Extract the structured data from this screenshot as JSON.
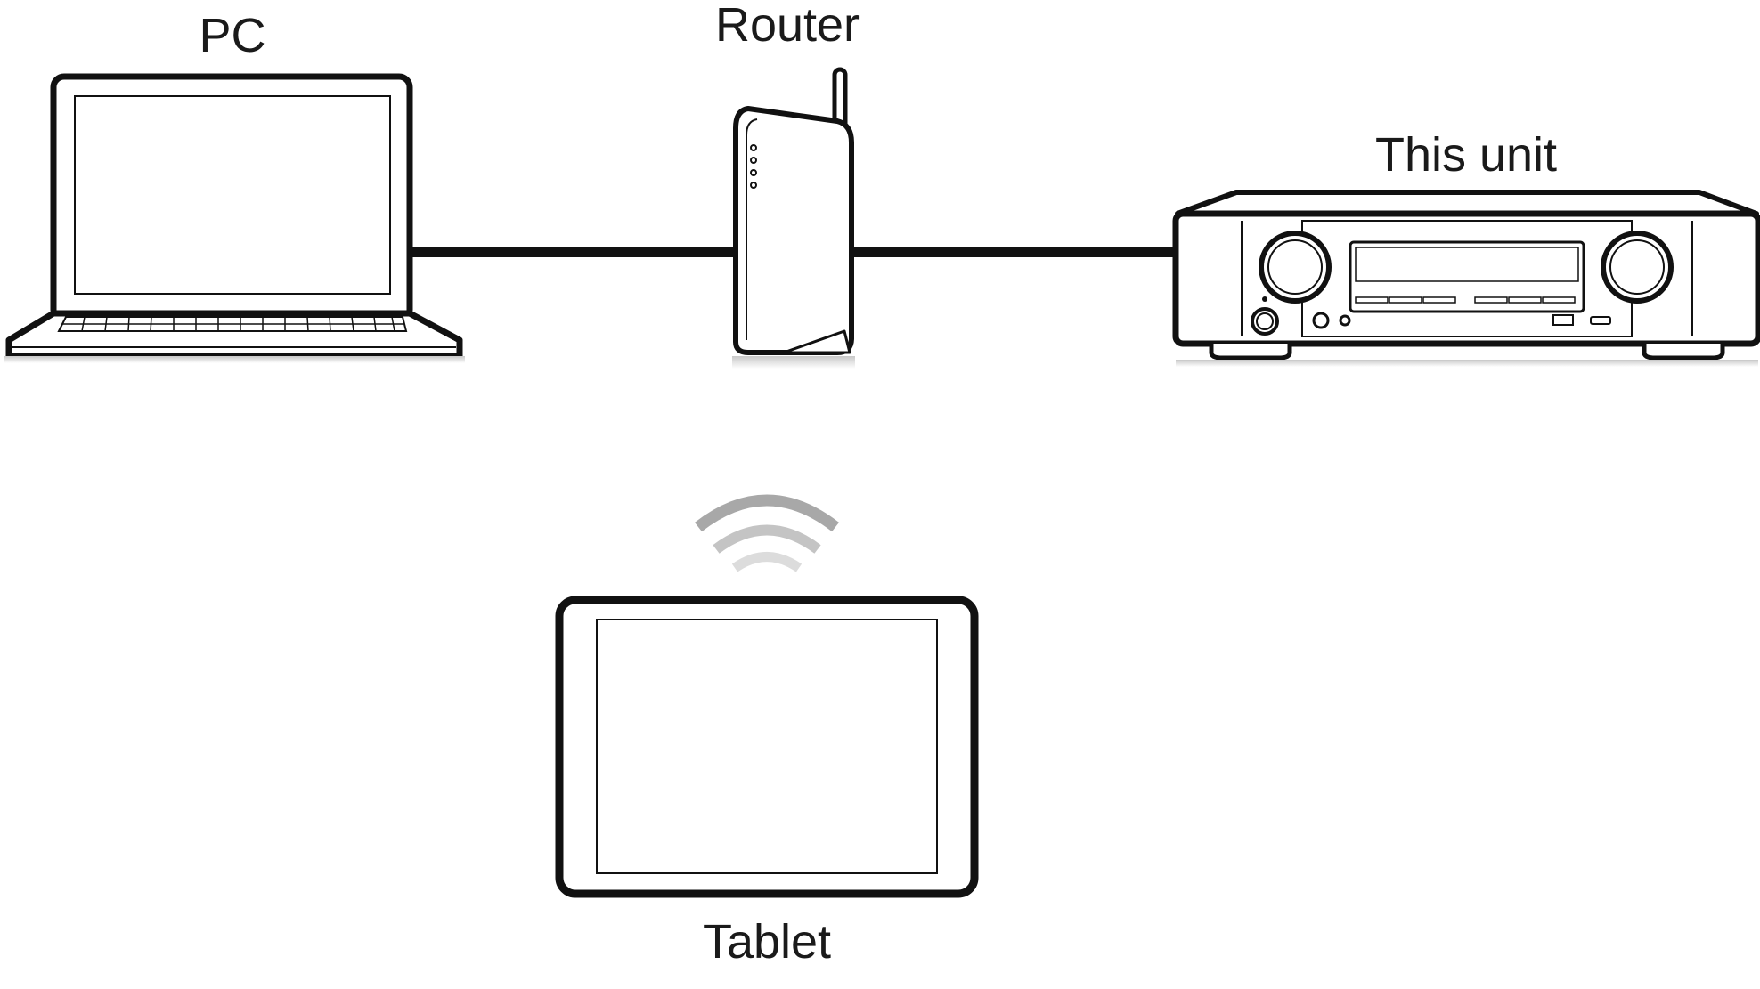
{
  "labels": {
    "pc": "PC",
    "router": "Router",
    "unit": "This unit",
    "tablet": "Tablet"
  },
  "colors": {
    "line": "#111111",
    "background": "#ffffff",
    "wifi_wave": "#9a9a9a"
  },
  "connections": [
    {
      "from": "pc",
      "to": "router",
      "type": "wired"
    },
    {
      "from": "router",
      "to": "unit",
      "type": "wired"
    },
    {
      "from": "tablet",
      "to": "router",
      "type": "wireless"
    }
  ]
}
